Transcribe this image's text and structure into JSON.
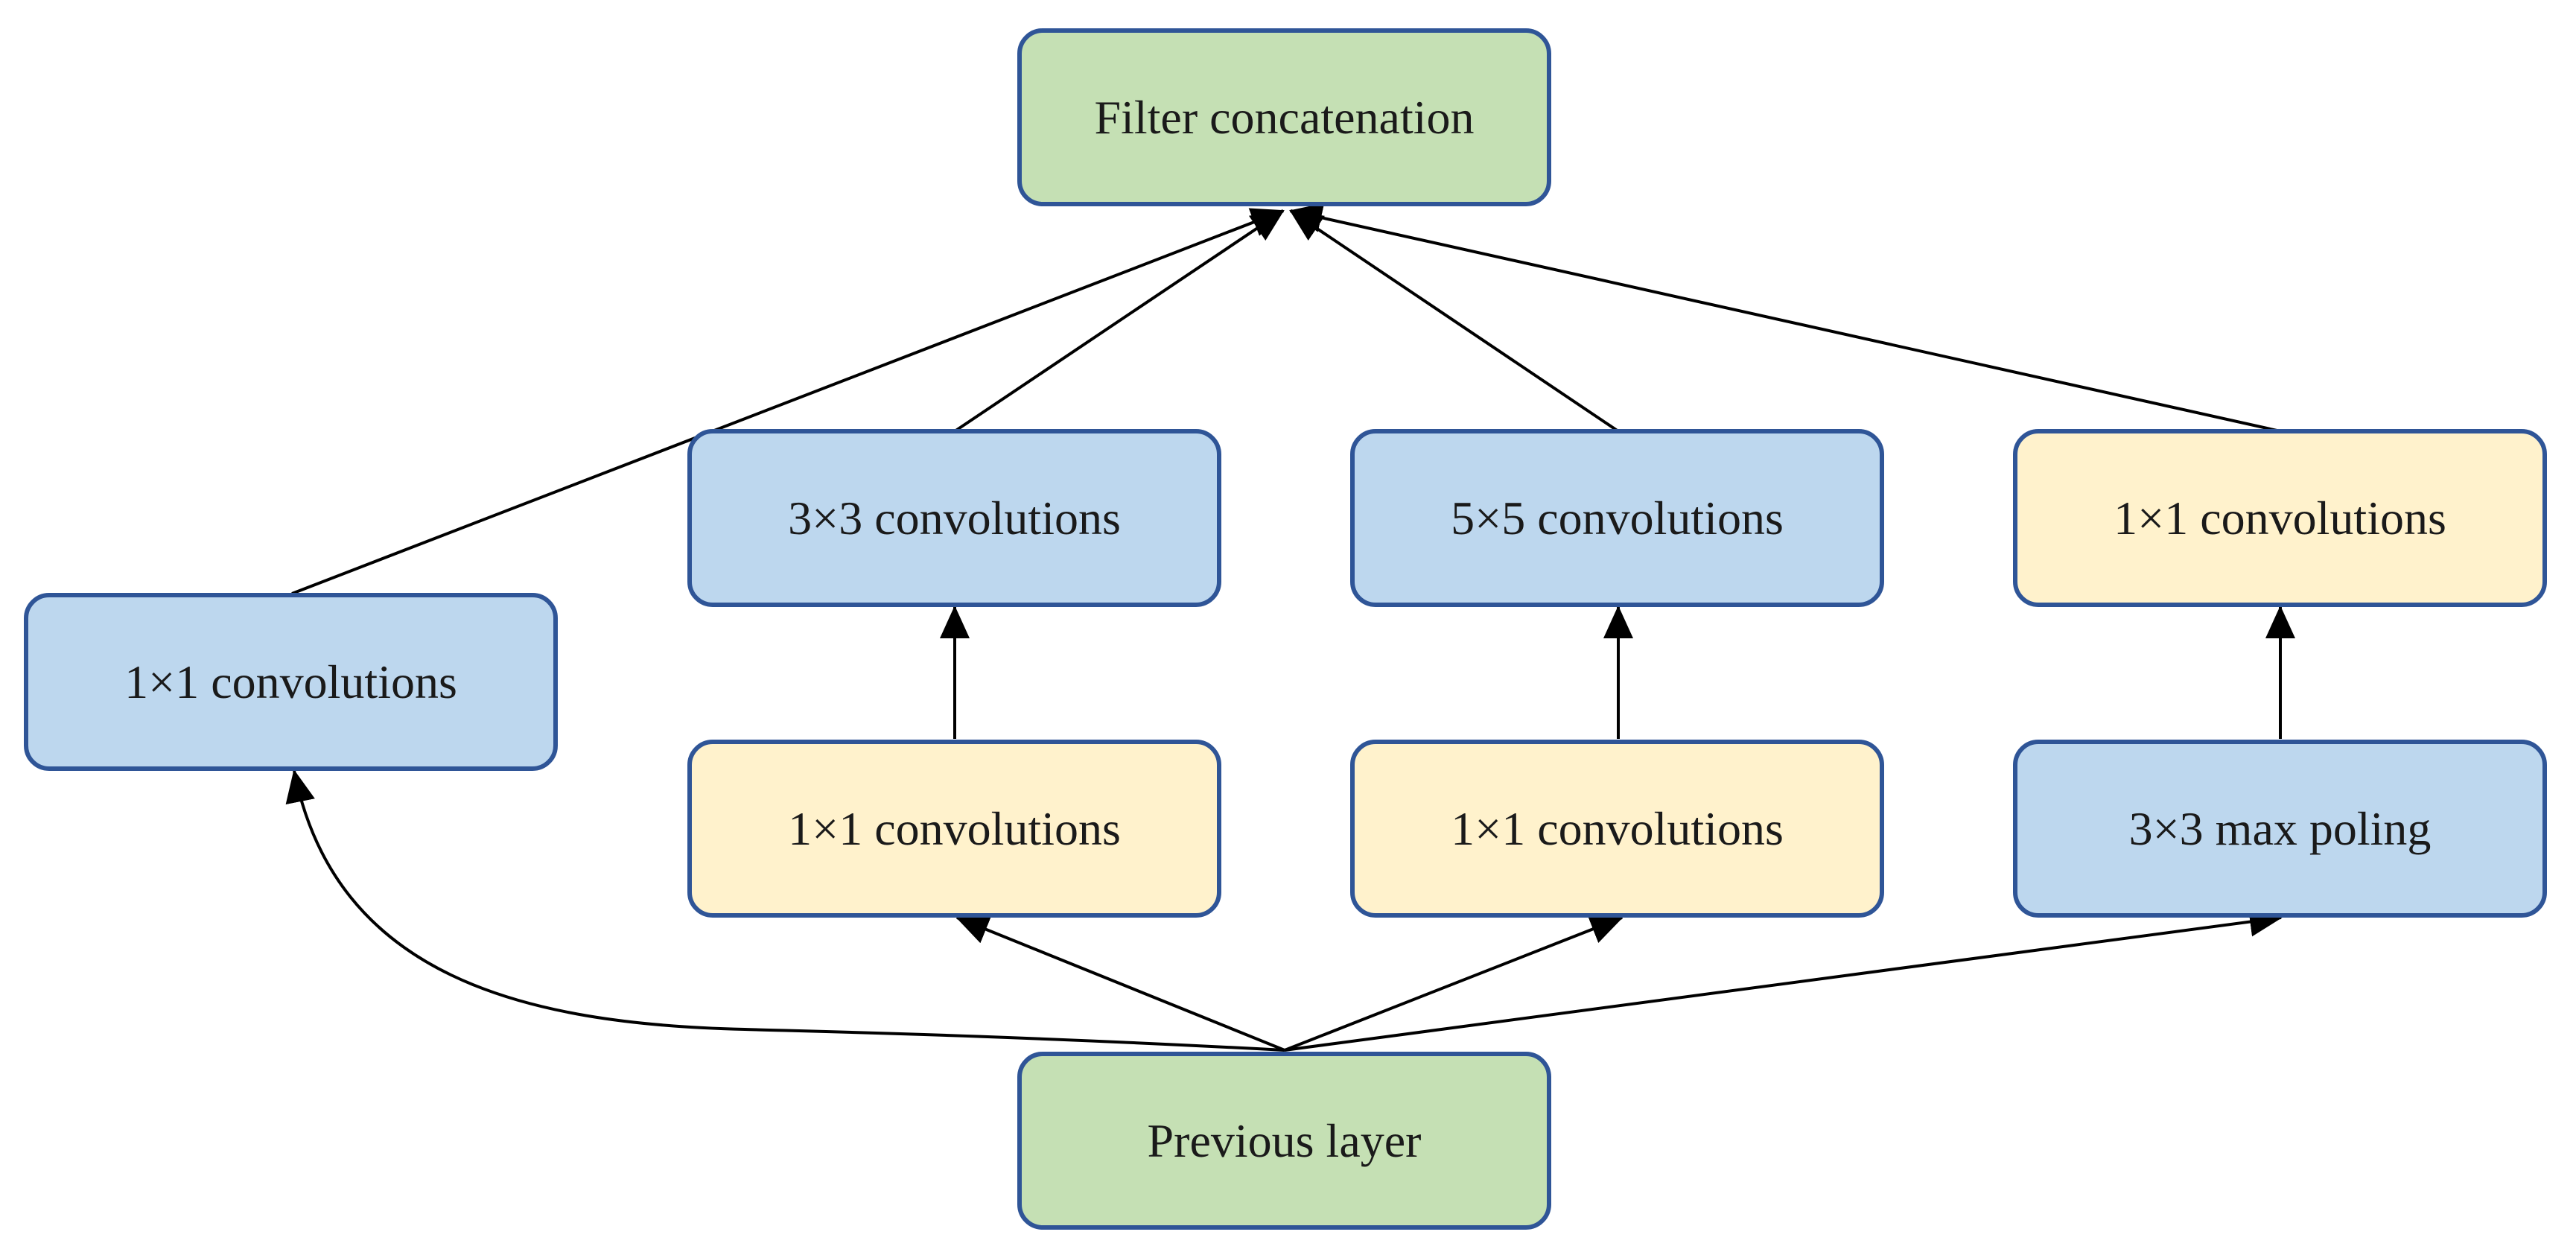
{
  "diagram": {
    "colors": {
      "green_fill": "#c5e0b4",
      "blue_fill": "#bdd7ee",
      "yellow_fill": "#fff2cc",
      "border": "#2f5597",
      "edge": "#000000"
    },
    "nodes": {
      "filter_concat": {
        "label": "Filter concatenation",
        "fill": "green"
      },
      "conv3x3": {
        "label": "3×3 convolutions",
        "fill": "blue"
      },
      "conv5x5": {
        "label": "5×5 convolutions",
        "fill": "blue"
      },
      "conv1x1_pool_proj": {
        "label": "1×1 convolutions",
        "fill": "yellow"
      },
      "conv1x1_direct": {
        "label": "1×1 convolutions",
        "fill": "blue"
      },
      "conv1x1_reduce_3x3": {
        "label": "1×1 convolutions",
        "fill": "yellow"
      },
      "conv1x1_reduce_5x5": {
        "label": "1×1 convolutions",
        "fill": "yellow"
      },
      "maxpool3x3": {
        "label": "3×3 max poling",
        "fill": "blue"
      },
      "previous_layer": {
        "label": "Previous layer",
        "fill": "green"
      }
    },
    "edges": [
      {
        "from": "previous_layer",
        "to": "conv1x1_direct"
      },
      {
        "from": "previous_layer",
        "to": "conv1x1_reduce_3x3"
      },
      {
        "from": "previous_layer",
        "to": "conv1x1_reduce_5x5"
      },
      {
        "from": "previous_layer",
        "to": "maxpool3x3"
      },
      {
        "from": "conv1x1_reduce_3x3",
        "to": "conv3x3"
      },
      {
        "from": "conv1x1_reduce_5x5",
        "to": "conv5x5"
      },
      {
        "from": "maxpool3x3",
        "to": "conv1x1_pool_proj"
      },
      {
        "from": "conv1x1_direct",
        "to": "filter_concat"
      },
      {
        "from": "conv3x3",
        "to": "filter_concat"
      },
      {
        "from": "conv5x5",
        "to": "filter_concat"
      },
      {
        "from": "conv1x1_pool_proj",
        "to": "filter_concat"
      }
    ]
  }
}
